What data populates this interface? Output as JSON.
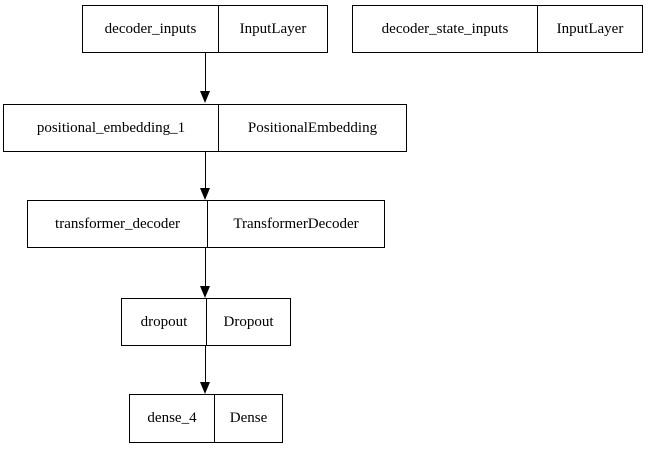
{
  "diagram": {
    "kind": "model-graph",
    "colors": {
      "background": "#ffffff",
      "border": "#000000",
      "text": "#000000",
      "edge": "#000000"
    },
    "nodes": [
      {
        "name": "decoder_inputs",
        "layer_type": "InputLayer"
      },
      {
        "name": "decoder_state_inputs",
        "layer_type": "InputLayer"
      },
      {
        "name": "positional_embedding_1",
        "layer_type": "PositionalEmbedding"
      },
      {
        "name": "transformer_decoder",
        "layer_type": "TransformerDecoder"
      },
      {
        "name": "dropout",
        "layer_type": "Dropout"
      },
      {
        "name": "dense_4",
        "layer_type": "Dense"
      }
    ],
    "edges": [
      {
        "from": "decoder_inputs",
        "to": "positional_embedding_1"
      },
      {
        "from": "positional_embedding_1",
        "to": "transformer_decoder"
      },
      {
        "from": "transformer_decoder",
        "to": "dropout"
      },
      {
        "from": "dropout",
        "to": "dense_4"
      }
    ]
  }
}
